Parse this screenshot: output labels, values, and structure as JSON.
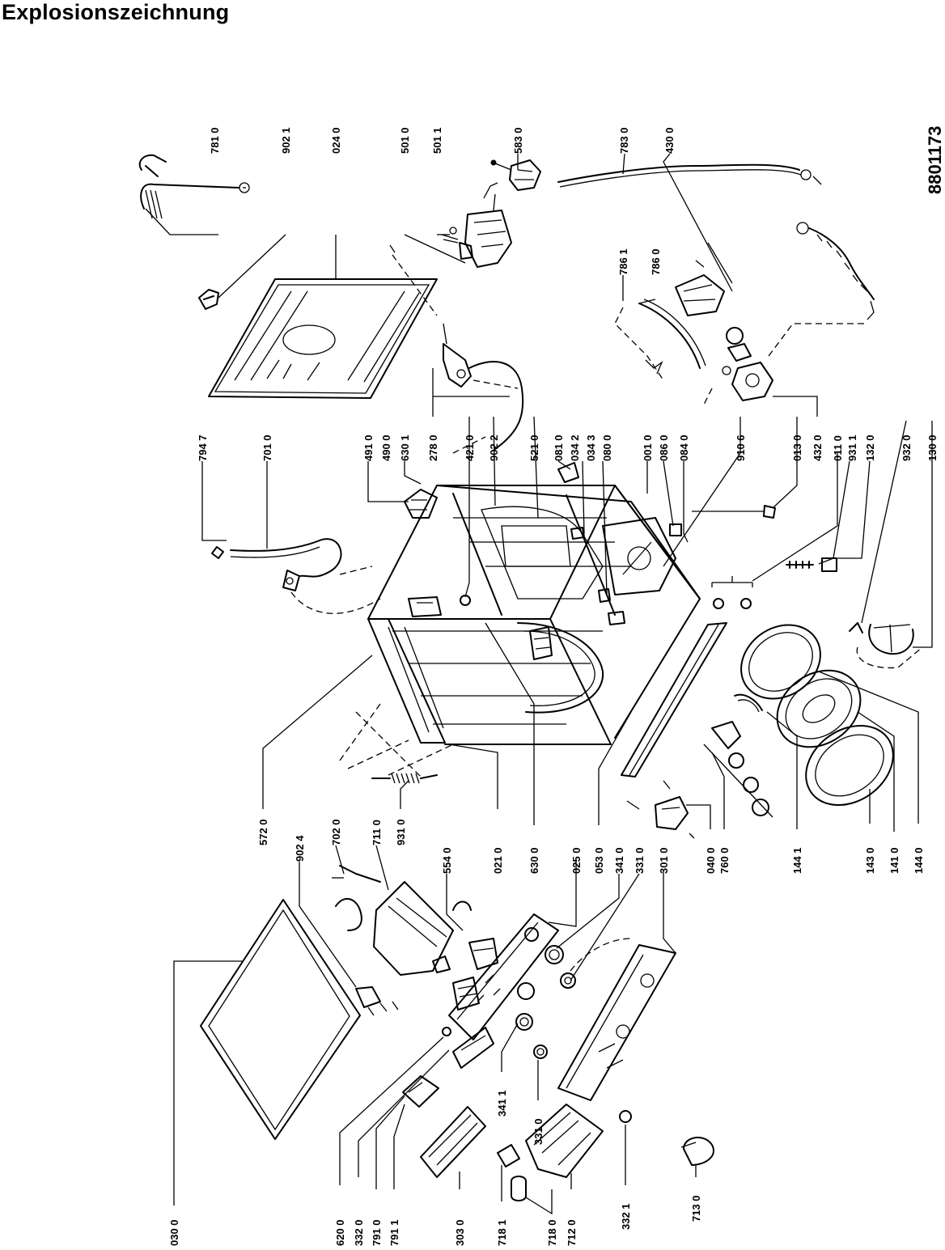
{
  "title": "Explosionszeichnung",
  "document_number": "8801173",
  "callouts": [
    {
      "id": "c-781-0",
      "text": "781 0"
    },
    {
      "id": "c-902-1",
      "text": "902 1"
    },
    {
      "id": "c-024-0",
      "text": "024 0"
    },
    {
      "id": "c-501-0",
      "text": "501 0"
    },
    {
      "id": "c-501-1",
      "text": "501 1"
    },
    {
      "id": "c-583-0",
      "text": "583 0"
    },
    {
      "id": "c-783-0",
      "text": "783 0"
    },
    {
      "id": "c-430-0",
      "text": "430 0"
    },
    {
      "id": "c-786-1",
      "text": "786 1"
    },
    {
      "id": "c-786-0",
      "text": "786 0"
    },
    {
      "id": "c-794-7",
      "text": "794 7"
    },
    {
      "id": "c-701-0",
      "text": "701 0"
    },
    {
      "id": "c-491-0",
      "text": "491 0"
    },
    {
      "id": "c-490-0",
      "text": "490 0"
    },
    {
      "id": "c-630-1",
      "text": "630 1"
    },
    {
      "id": "c-278-0",
      "text": "278 0"
    },
    {
      "id": "c-421-0",
      "text": "421 0"
    },
    {
      "id": "c-902-2",
      "text": "902 2"
    },
    {
      "id": "c-521-0",
      "text": "521 0"
    },
    {
      "id": "c-081-0",
      "text": "081 0"
    },
    {
      "id": "c-034-2",
      "text": "034 2"
    },
    {
      "id": "c-034-3",
      "text": "034 3"
    },
    {
      "id": "c-080-0",
      "text": "080 0"
    },
    {
      "id": "c-001-0",
      "text": "001 0"
    },
    {
      "id": "c-086-0",
      "text": "086 0"
    },
    {
      "id": "c-084-0",
      "text": "084 0"
    },
    {
      "id": "c-910-6",
      "text": "910 6"
    },
    {
      "id": "c-013-0",
      "text": "013 0"
    },
    {
      "id": "c-432-0",
      "text": "432 0"
    },
    {
      "id": "c-011-0",
      "text": "011 0"
    },
    {
      "id": "c-931-1",
      "text": "931 1"
    },
    {
      "id": "c-132-0",
      "text": "132 0"
    },
    {
      "id": "c-932-0",
      "text": "932 0"
    },
    {
      "id": "c-130-0",
      "text": "130 0"
    },
    {
      "id": "c-572-0",
      "text": "572 0"
    },
    {
      "id": "c-902-4",
      "text": "902 4"
    },
    {
      "id": "c-702-0",
      "text": "702 0"
    },
    {
      "id": "c-711-0",
      "text": "711 0"
    },
    {
      "id": "c-931-0",
      "text": "931 0"
    },
    {
      "id": "c-554-0",
      "text": "554 0"
    },
    {
      "id": "c-021-0",
      "text": "021 0"
    },
    {
      "id": "c-630-0",
      "text": "630 0"
    },
    {
      "id": "c-025-0",
      "text": "025 0"
    },
    {
      "id": "c-053-0",
      "text": "053 0"
    },
    {
      "id": "c-341-0",
      "text": "341 0"
    },
    {
      "id": "c-331-0",
      "text": "331 0"
    },
    {
      "id": "c-301-0",
      "text": "301 0"
    },
    {
      "id": "c-040-0",
      "text": "040 0"
    },
    {
      "id": "c-760-0",
      "text": "760 0"
    },
    {
      "id": "c-144-1",
      "text": "144 1"
    },
    {
      "id": "c-143-0",
      "text": "143 0"
    },
    {
      "id": "c-141-0",
      "text": "141 0"
    },
    {
      "id": "c-144-0",
      "text": "144 0"
    },
    {
      "id": "c-030-0",
      "text": "030 0"
    },
    {
      "id": "c-620-0",
      "text": "620 0"
    },
    {
      "id": "c-332-0",
      "text": "332 0"
    },
    {
      "id": "c-791-0",
      "text": "791 0"
    },
    {
      "id": "c-791-1",
      "text": "791 1"
    },
    {
      "id": "c-303-0",
      "text": "303 0"
    },
    {
      "id": "c-341-1",
      "text": "341 1"
    },
    {
      "id": "c-331-0b",
      "text": "331 0"
    },
    {
      "id": "c-718-1",
      "text": "718 1"
    },
    {
      "id": "c-718-0",
      "text": "718 0"
    },
    {
      "id": "c-712-0",
      "text": "712 0"
    },
    {
      "id": "c-332-1",
      "text": "332 1"
    },
    {
      "id": "c-713-0",
      "text": "713 0"
    }
  ]
}
